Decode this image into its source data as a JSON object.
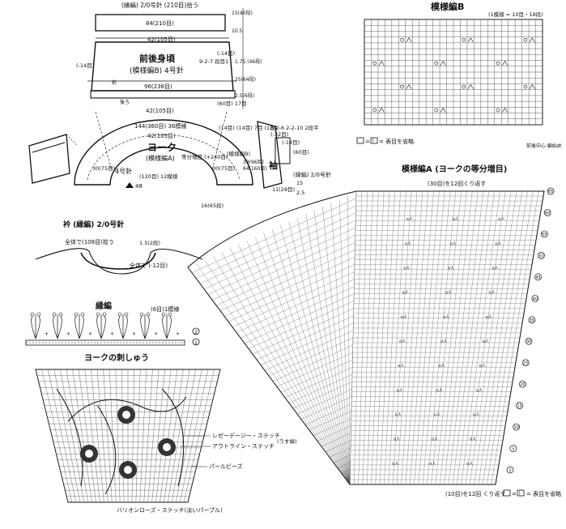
{
  "body_diagram": {
    "top_label": "(縁編) 2/0号針 (210目)拾う",
    "width_top": "84(210目)",
    "width_mid": "42(105目)",
    "title_line1": "前後身頃",
    "title_line2": "(模様編B) 4号針",
    "bottom_width": "96(238目)",
    "front_mark": "前",
    "back_mark": "後ろ",
    "hem_width": "42(105目)",
    "left_dec": "(-14目)",
    "right_rows": "9-2-7 段目1",
    "right_dec": "(-14目)",
    "right_hem": "(60目) 17目",
    "side_measures": [
      "15(40段)",
      "1.75 (46段)",
      "25(64段)",
      "2.5(6段)",
      "10.5"
    ]
  },
  "yoke_diagram": {
    "top_width": "144(360目) 36模様",
    "inner_width": "42(105目)",
    "title": "ヨーク",
    "subtitle": "(模様編A)",
    "needle": "4号針",
    "side_left": "30(75目)",
    "side_right": "30(75目)",
    "inc_label": "等分増目 (+240目)",
    "neck": "(120目) 12模様",
    "start": "48",
    "bottom_measure": "16(65段)"
  },
  "sleeve_diagram": {
    "title": "袖",
    "pattern": "(模様編B)",
    "label_rows": "(14目) (14目) 7目 (1段)",
    "dec_rows": "3-2-6 2-2-10 2段平",
    "dec_total": "(-32目)",
    "inc_label": "(-14目)",
    "stitches": "(60目)",
    "sizes": [
      "39(96目)",
      "64(160目)"
    ],
    "edge": "(縁編) 2/0号針",
    "measures": [
      "11(28目)",
      "15",
      "2.5"
    ]
  },
  "collar": {
    "title": "衿 (縁編) 2/0号針",
    "pickup": "全体で(108目)拾う",
    "dec": "全体で (-12目)",
    "height": "1.5(2段)"
  },
  "edging": {
    "title": "縁編",
    "repeat": "(6目)1模様",
    "rows": [
      "2",
      "1"
    ]
  },
  "embroidery": {
    "title": "ヨークの刺しゅう",
    "lazy_daisy": "レゼーデージー・ステッチ",
    "outline": "アウトライン・ステッチ",
    "color_green": "(うす緑)",
    "beads": "パールビーズ",
    "bullion": "バリオンローズ・ステッチ(淡いパープル)"
  },
  "pattern_b": {
    "title": "模様編B",
    "repeat_note": "(1模様 = 10目・18段)",
    "legend": "= 表目を省略",
    "center_note": "前後中心 編始め"
  },
  "pattern_a": {
    "title": "模様編A (ヨークの等分増目)",
    "top_repeat": "(30目)を12回くり返す",
    "bottom_repeat": "(10目)を12回 くり返す",
    "legend": "= 表目を省略",
    "row_numbers": [
      "65",
      "60",
      "55",
      "50",
      "45",
      "40",
      "35",
      "30",
      "25",
      "20",
      "15",
      "10",
      "5",
      "1"
    ]
  }
}
